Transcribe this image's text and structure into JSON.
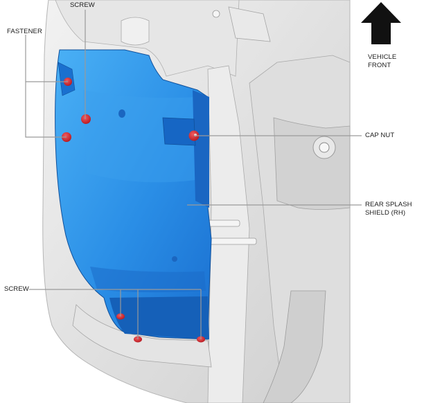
{
  "labels": {
    "screw_top": "SCREW",
    "fastener": "FASTENER",
    "vehicle_front_line1": "VEHICLE",
    "vehicle_front_line2": "FRONT",
    "cap_nut": "CAP NUT",
    "splash_shield_line1": "REAR SPLASH",
    "splash_shield_line2": "SHIELD (RH)",
    "screw_bottom": "SCREW"
  },
  "colors": {
    "shield": "#2a8ee6",
    "shield_dark": "#1560b8",
    "fastener_red": "#d4262d",
    "chassis_gray": "#d9d9d9",
    "leader_line": "#9a9a9a"
  },
  "icons": {
    "direction_arrow": "arrow-up-icon"
  }
}
